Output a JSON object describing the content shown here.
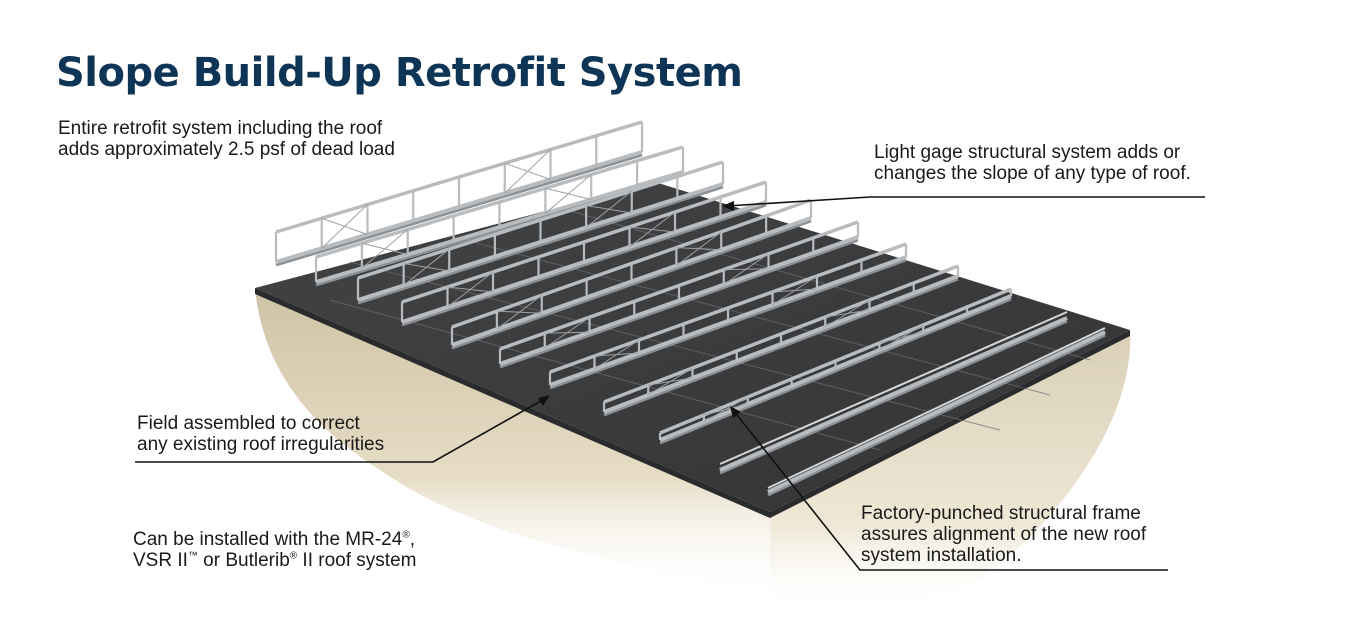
{
  "title": "Slope Build-Up Retrofit System",
  "callouts": {
    "dead_load": {
      "line1": "Entire retrofit system including the roof",
      "line2": "adds approximately 2.5 psf of dead load"
    },
    "light_gage": {
      "line1": "Light gage structural system adds or",
      "line2": "changes the slope of any type of roof."
    },
    "field_assembled": {
      "line1": "Field assembled to correct",
      "line2": "any existing roof irregularities"
    },
    "install_with": {
      "line1_a": "Can be installed with the MR-24",
      "reg": "®",
      "line1_b": ",",
      "line2_a": "VSR II",
      "tm": "™",
      "line2_b": " or Butlerib",
      "line2_c": " II roof system"
    },
    "factory_punched": {
      "line1": "Factory-punched structural frame",
      "line2": "assures alignment of the new roof",
      "line3": "system installation."
    }
  },
  "colors": {
    "title": "#0f3556",
    "roof": "#3b3c3e",
    "wall": "#d8cdb2",
    "frame": "#b9bcbf",
    "leader": "#111111"
  }
}
